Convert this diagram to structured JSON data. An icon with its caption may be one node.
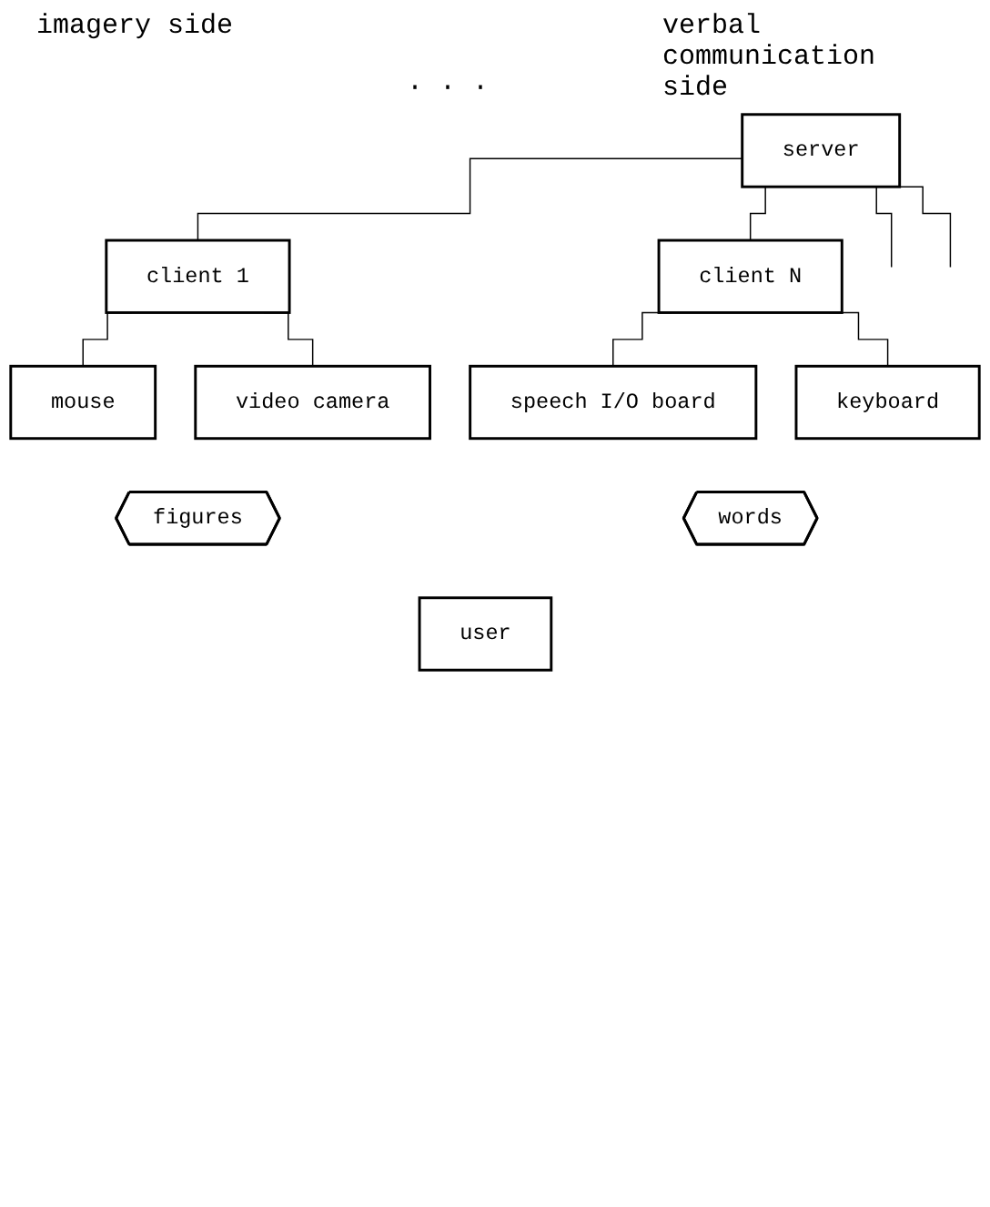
{
  "diagram": {
    "nodes": [
      {
        "text": [
          "server"
        ]
      },
      {
        "text": [
          "client 1"
        ]
      },
      {
        "text": [
          "client N"
        ]
      },
      {
        "text": [
          "mouse"
        ]
      },
      {
        "text": [
          "video camera"
        ]
      },
      {
        "text": [
          "speech I/O board"
        ]
      },
      {
        "text": [
          "keyboard"
        ]
      },
      {
        "text": [
          "figures"
        ]
      },
      {
        "text": [
          "words"
        ]
      },
      {
        "text": [
          "user"
        ]
      }
    ],
    "edges": [
      {
        "from": 0,
        "to": 1,
        "arrow": "none"
      },
      {
        "from": 0,
        "to": null,
        "arrow": "none"
      },
      {
        "from": 0,
        "to": null,
        "arrow": "none"
      },
      {
        "from": 0,
        "to": 2,
        "arrow": "none"
      },
      {
        "from": 1,
        "to": 3,
        "arrow": "none"
      },
      {
        "from": 1,
        "to": 4,
        "arrow": "none"
      },
      {
        "from": 2,
        "to": 5,
        "arrow": "none"
      },
      {
        "from": 2,
        "to": 6,
        "arrow": "none"
      }
    ],
    "labels": [
      "imagery side",
      "verbal communication side",
      "· · ·"
    ]
  }
}
